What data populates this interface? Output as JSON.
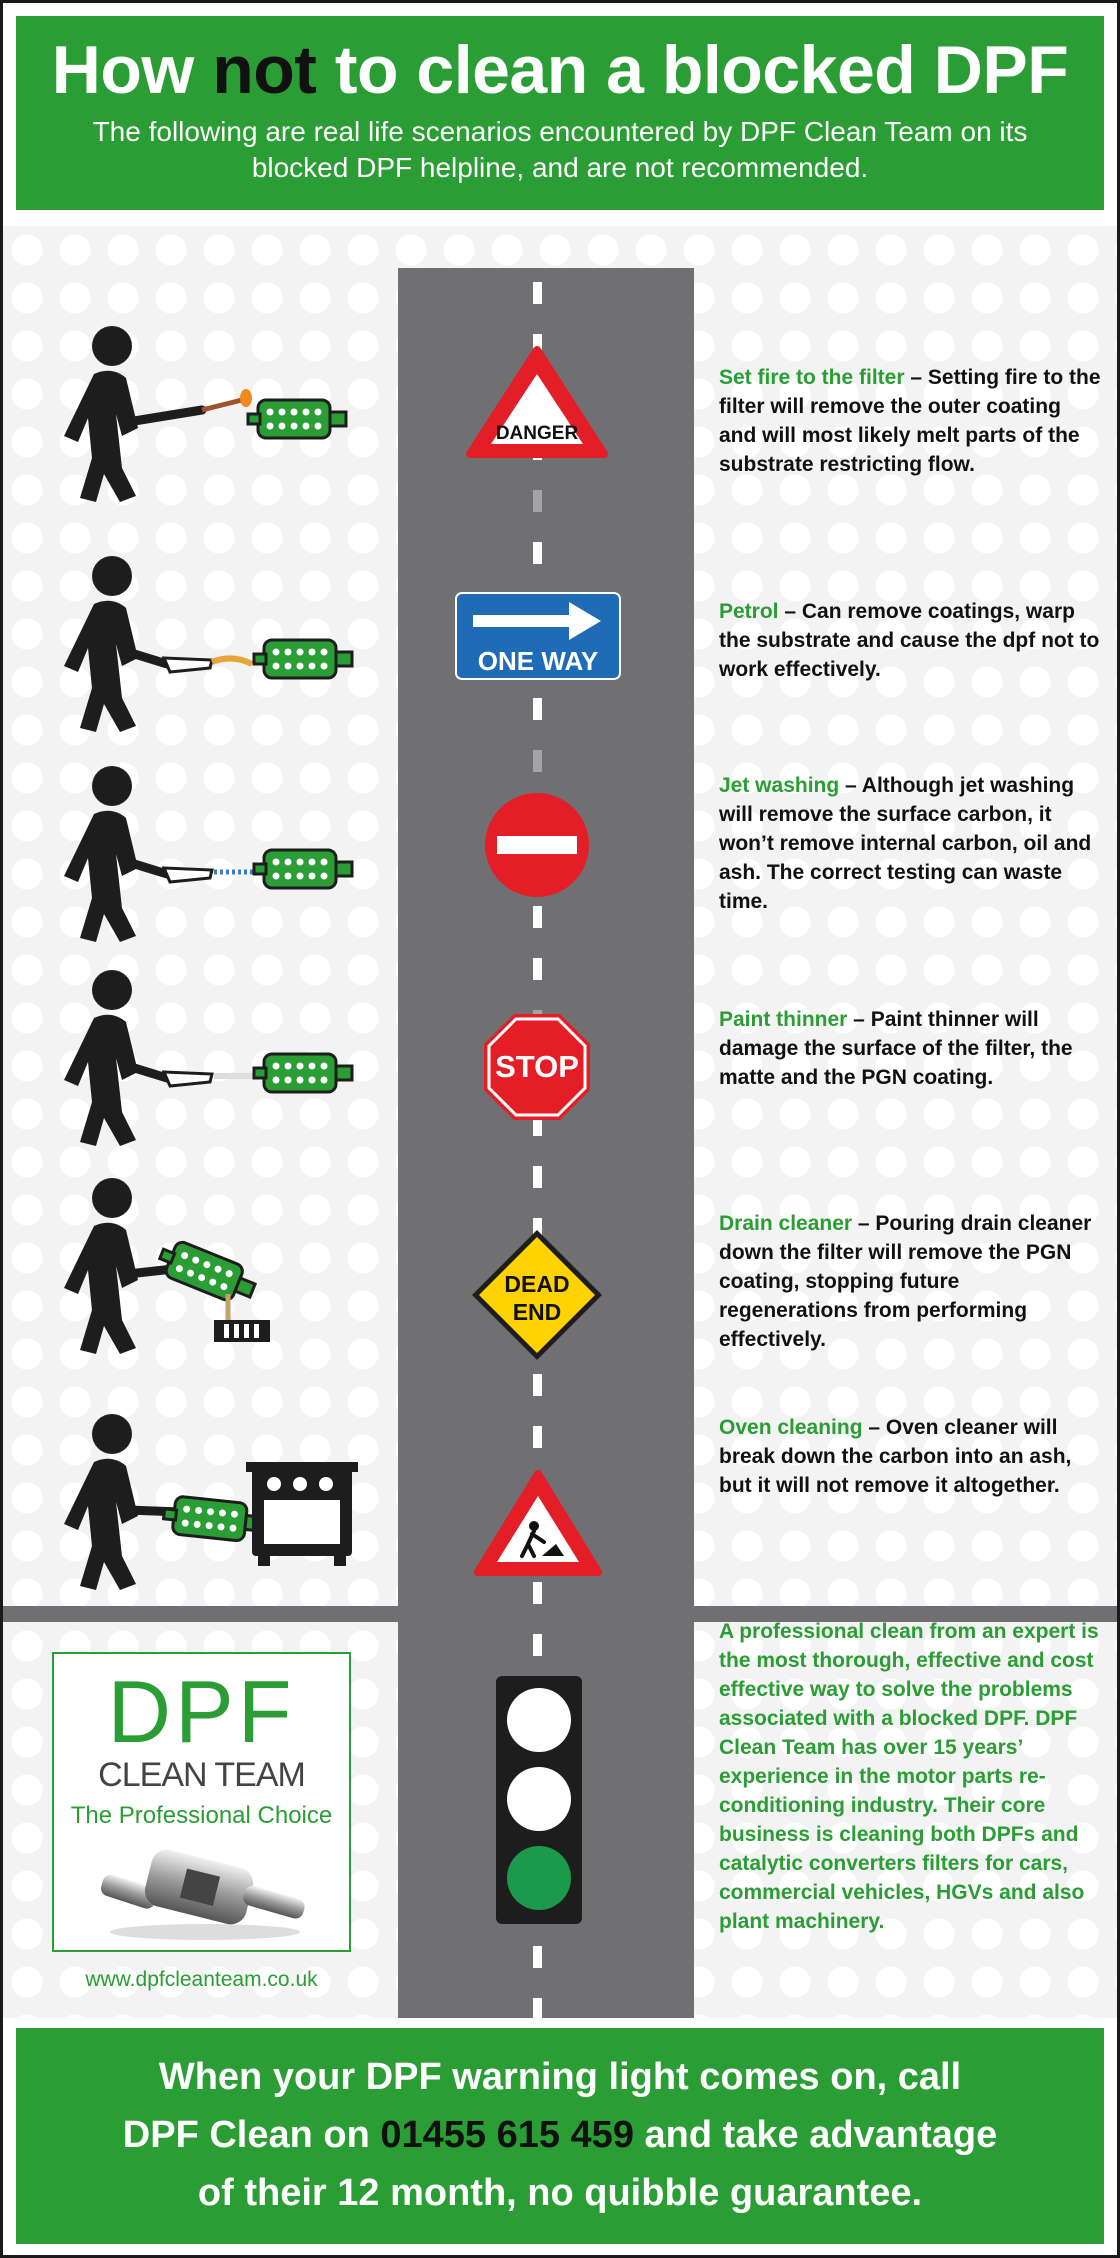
{
  "header": {
    "title_pre": "How ",
    "title_emph": "not",
    "title_post": " to clean a blocked DPF",
    "subtitle": "The following are real life scenarios encountered by DPF Clean Team on its blocked DPF helpline, and are not recommended."
  },
  "signs": {
    "danger": "DANGER",
    "one_way": "ONE WAY",
    "stop": "STOP",
    "dead_end_line1": "DEAD",
    "dead_end_line2": "END"
  },
  "items": [
    {
      "lead": "Set fire to the filter",
      "body": " – Setting fire to the filter will remove the outer coating and will most likely melt parts of the substrate restricting flow."
    },
    {
      "lead": "Petrol",
      "body": " – Can remove coatings, warp the substrate and cause the dpf not to work effectively."
    },
    {
      "lead": "Jet washing",
      "body": " – Although jet washing will remove the surface carbon, it won’t remove internal carbon, oil and ash. The correct testing can waste time."
    },
    {
      "lead": "Paint thinner",
      "body": " – Paint thinner will damage the surface of the filter, the matte and the PGN coating."
    },
    {
      "lead": "Drain cleaner",
      "body": " – Pouring drain cleaner down the filter will remove the PGN coating, stopping future regenerations from performing effectively."
    },
    {
      "lead": "Oven cleaning",
      "body": " – Oven cleaner will break down the carbon into an ash, but it will not remove it altogether."
    }
  ],
  "promo": "A professional clean from an expert is the most thorough, effective and cost effective way to solve the problems associated with a blocked DPF. DPF Clean Team has over 15 years’ experience in the motor parts re-conditioning industry. Their core business is cleaning both DPFs and catalytic converters filters for cars, commercial vehicles, HGVs and also plant machinery.",
  "logo": {
    "dpf": "DPF",
    "clean_team": "CLEAN TEAM",
    "tagline": "The Professional Choice"
  },
  "url": "www.dpfcleanteam.co.uk",
  "footer": {
    "line1": "When your DPF warning light comes on, call",
    "line2_pre": "DPF Clean on ",
    "phone": "01455 615 459",
    "line2_post": " and take advantage",
    "line3": "of their 12 month, no quibble guarantee."
  },
  "colors": {
    "brand_green": "#2a9d34",
    "road_grey": "#707072",
    "sign_red": "#e31e26",
    "sign_blue": "#1f6bb5",
    "sign_yellow": "#ffd200"
  },
  "icons": [
    "person-silhouette-icon",
    "dpf-filter-icon",
    "match-icon",
    "fuel-nozzle-icon",
    "drain-grate-icon",
    "oven-icon",
    "roadworks-icon",
    "dpf-part-icon"
  ]
}
